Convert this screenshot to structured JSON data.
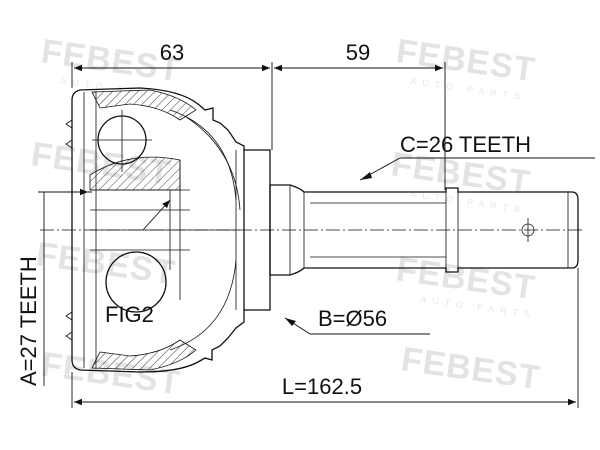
{
  "brand": {
    "watermark": "FEBEST",
    "watermark_sub": "AUTO PARTS"
  },
  "dimensions": {
    "length_a": "63",
    "length_b": "59",
    "teeth_c": "C=26 TEETH",
    "diameter_b": "B=Ø56",
    "total_length": "L=162.5",
    "teeth_a": "A=27 TEETH"
  },
  "figure_label": "FIG2",
  "colors": {
    "ink": "#111111",
    "watermark": "#e3e3e3"
  }
}
